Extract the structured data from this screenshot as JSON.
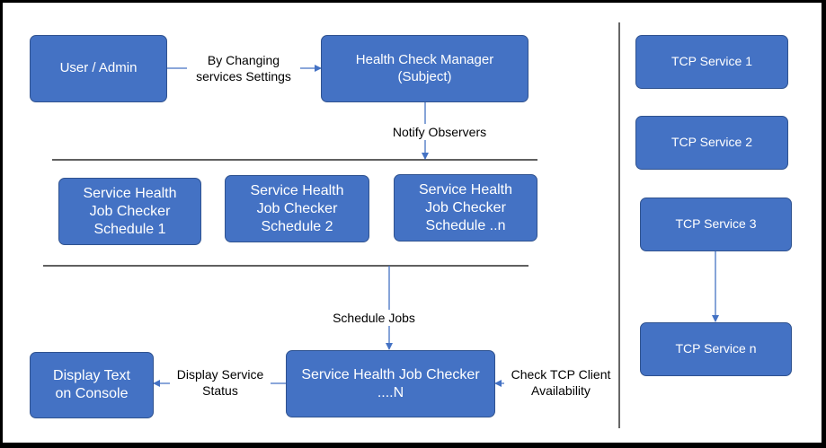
{
  "colors": {
    "box_fill": "#4472c4",
    "box_border": "#2f528f",
    "line": "#000000",
    "arrow": "#4472c4",
    "frame": "#000000"
  },
  "nodes": {
    "user_admin": "User / Admin",
    "health_check_manager": "Health Check Manager\n(Subject)",
    "schedule_1": "Service Health\nJob Checker\nSchedule 1",
    "schedule_2": "Service Health\nJob Checker\nSchedule 2",
    "schedule_n": "Service Health\nJob Checker\nSchedule ..n",
    "job_checker_n": "Service Health Job Checker\n....N",
    "display_console": "Display Text\non Console",
    "tcp_service_1": "TCP Service 1",
    "tcp_service_2": "TCP Service 2",
    "tcp_service_3": "TCP Service 3",
    "tcp_service_n": "TCP Service n"
  },
  "edges": {
    "user_to_manager": "By Changing\nservices Settings",
    "notify_observers": "Notify Observers",
    "schedule_jobs": "Schedule Jobs",
    "display_service_status": "Display Service\nStatus",
    "check_tcp_client": "Check TCP Client\nAvailability"
  }
}
